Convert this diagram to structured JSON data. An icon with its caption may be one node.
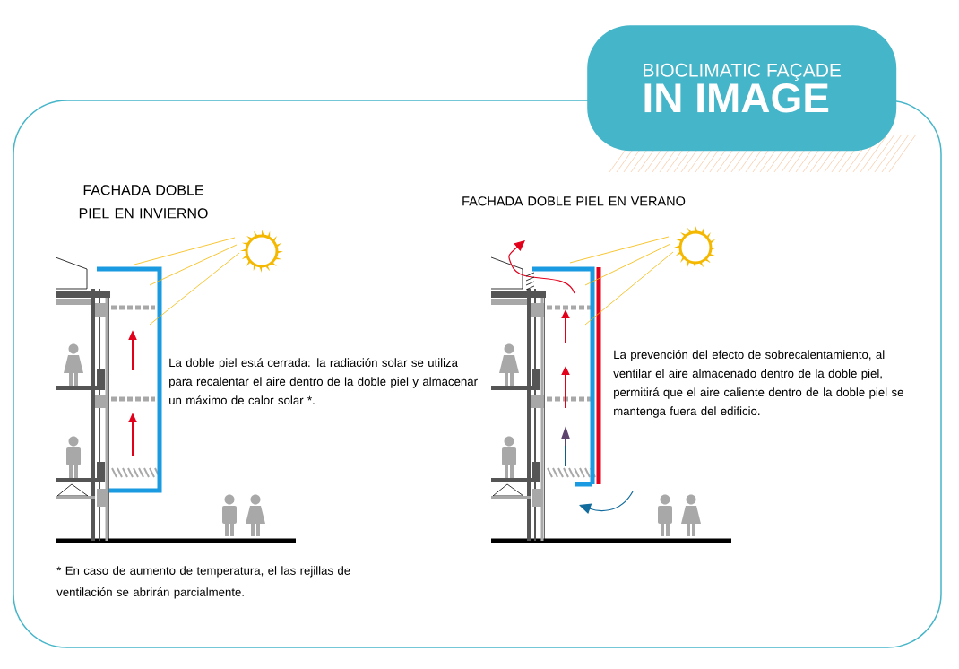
{
  "diagram": {
    "nodes": [
      {
        "text": [
          "BIOCLIMATIC FAÇADE",
          "IN IMAGE"
        ]
      }
    ],
    "labels": [
      "FACHADA DOBLE PIEL EN INVIERNO",
      "FACHADA DOBLE PIEL EN VERANO",
      "La doble piel está cerrada: la radiación solar se utiliza para recalentar el aire dentro de la doble piel y almacenar un máximo de calor solar *.",
      "La prevención del efecto de sobrecalentamiento, al ventilar el aire almacenado dentro de la doble piel, permitirá que el aire caliente dentro de la doble piel se mantenga fuera del edificio.",
      "* En caso de aumento de temperatura, el las rejillas de ventilación se abrirán parcialmente."
    ]
  }
}
